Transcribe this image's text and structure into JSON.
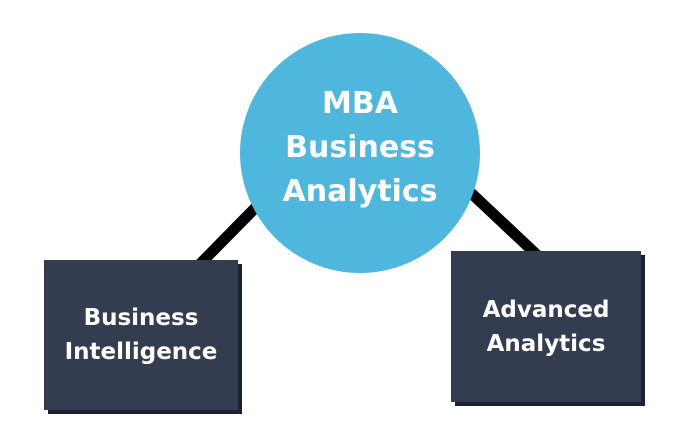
{
  "diagram": {
    "center": {
      "label": "MBA Business Analytics",
      "line1": "MBA Business",
      "line2": "Analytics",
      "color": "#4fb6dd"
    },
    "children": [
      {
        "line1": "Business",
        "line2": "Intelligence",
        "color": "#343c4f"
      },
      {
        "line1": "Advanced",
        "line2": "Analytics",
        "color": "#343c4f"
      }
    ],
    "connector_color": "#000000"
  }
}
